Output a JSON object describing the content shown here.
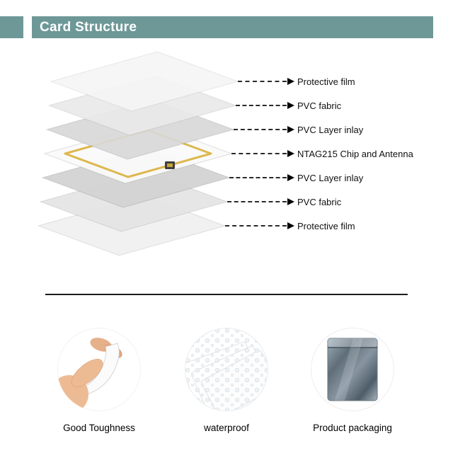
{
  "header": {
    "title": "Card Structure"
  },
  "diagram": {
    "layers": [
      {
        "label": "Protective film"
      },
      {
        "label": "PVC fabric"
      },
      {
        "label": "PVC Layer inlay"
      },
      {
        "label": "NTAG215 Chip and Antenna"
      },
      {
        "label": "PVC Layer inlay"
      },
      {
        "label": "PVC fabric"
      },
      {
        "label": "Protective film"
      }
    ]
  },
  "features": [
    {
      "label": "Good Toughness"
    },
    {
      "label": "waterproof"
    },
    {
      "label": "Product packaging"
    }
  ],
  "colors": {
    "header_bg": "#6E9898",
    "antenna_gold": "#DDB84E",
    "chip_body": "#3F3F3F"
  }
}
